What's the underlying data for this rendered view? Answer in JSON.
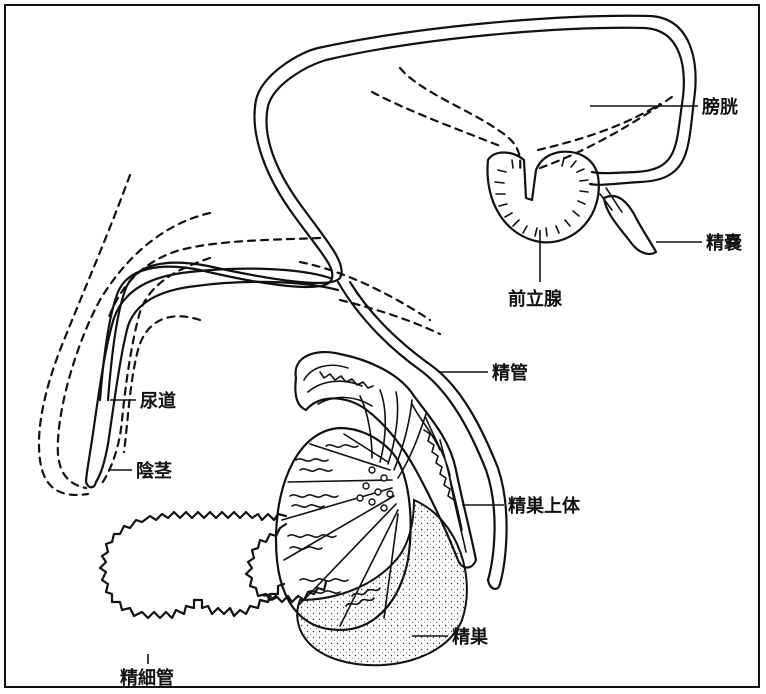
{
  "labels": {
    "bladder": "膀胱",
    "seminal_vesicle": "精嚢",
    "prostate": "前立腺",
    "vas_deferens": "精管",
    "urethra": "尿道",
    "penis": "陰茎",
    "epididymis": "精巣上体",
    "testis": "精巣",
    "seminiferous_tubule": "精細管"
  },
  "colors": {
    "ink": "#111111",
    "paper": "#ffffff"
  }
}
